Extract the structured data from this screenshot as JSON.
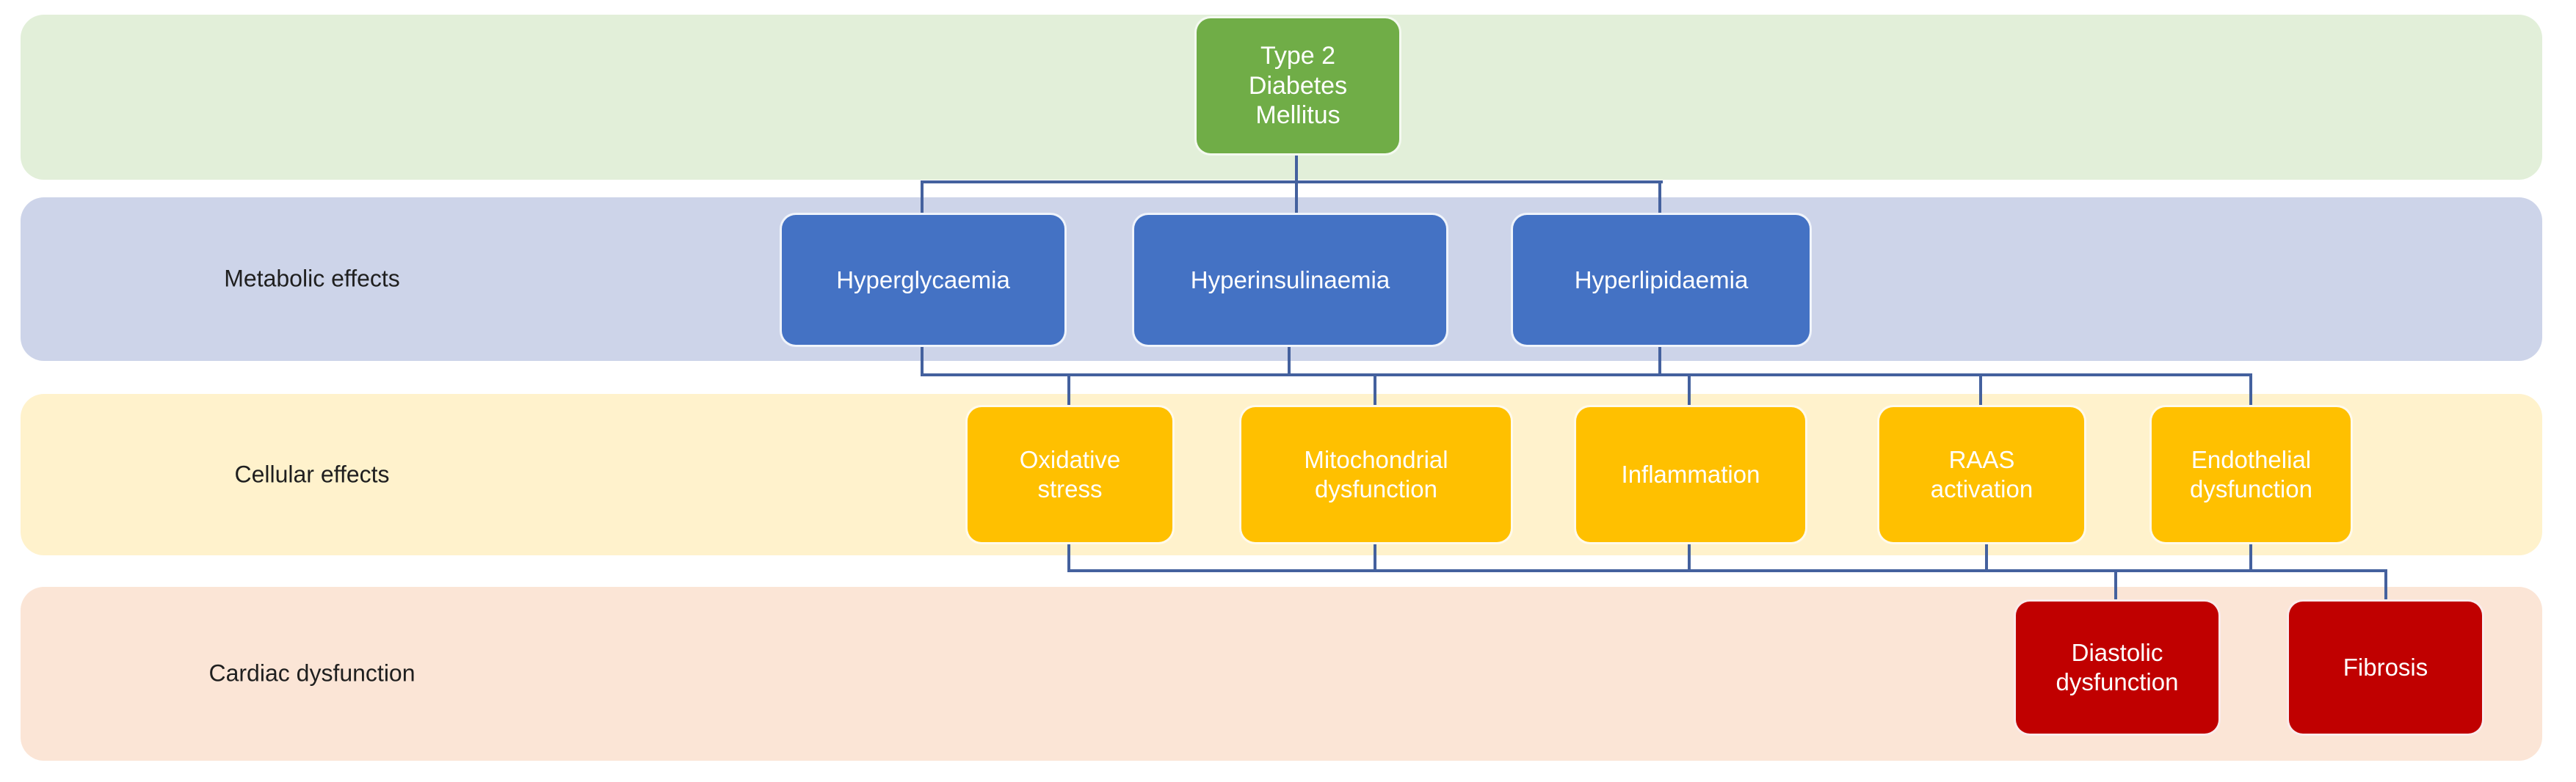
{
  "diagram": {
    "type": "flowchart",
    "topic": "Pathways from Type 2 Diabetes Mellitus to cardiac dysfunction"
  },
  "bands": [
    {
      "name": "diabetes-band",
      "label": "",
      "color": "#E2EFD9"
    },
    {
      "name": "metabolic-band",
      "label": "Metabolic effects",
      "color": "#CDD4E9"
    },
    {
      "name": "cellular-band",
      "label": "Cellular effects",
      "color": "#FFF2CC"
    },
    {
      "name": "cardiac-band",
      "label": "Cardiac dysfunction",
      "color": "#FBE5D6"
    }
  ],
  "nodes": {
    "t2dm": {
      "label": "Type 2 Diabetes Mellitus",
      "color": "#70AD47"
    },
    "hyperglycaemia": {
      "label": "Hyperglycaemia",
      "color": "#4472C4"
    },
    "hyperinsulinaemia": {
      "label": "Hyperinsulinaemia",
      "color": "#4472C4"
    },
    "hyperlipidaemia": {
      "label": "Hyperlipidaemia",
      "color": "#4472C4"
    },
    "oxidative_stress": {
      "label": "Oxidative stress",
      "color": "#FFC000"
    },
    "mitochondrial_dysfunction": {
      "label": "Mitochondrial dysfunction",
      "color": "#FFC000"
    },
    "inflammation": {
      "label": "Inflammation",
      "color": "#FFC000"
    },
    "raas_activation": {
      "label": "RAAS activation",
      "color": "#FFC000"
    },
    "endothelial_dysfunction": {
      "label": "Endothelial dysfunction",
      "color": "#FFC000"
    },
    "diastolic_dysfunction": {
      "label": "Diastolic dysfunction",
      "color": "#C00000"
    },
    "fibrosis": {
      "label": "Fibrosis",
      "color": "#C00000"
    }
  },
  "edges": [
    {
      "from": "t2dm",
      "to": [
        "hyperglycaemia",
        "hyperinsulinaemia",
        "hyperlipidaemia"
      ]
    },
    {
      "from": "hyperglycaemia|hyperinsulinaemia|hyperlipidaemia",
      "to": [
        "oxidative_stress",
        "mitochondrial_dysfunction",
        "inflammation",
        "raas_activation",
        "endothelial_dysfunction"
      ]
    },
    {
      "from": "oxidative_stress|mitochondrial_dysfunction|inflammation|raas_activation|endothelial_dysfunction",
      "to": [
        "diastolic_dysfunction",
        "fibrosis"
      ]
    }
  ],
  "connector_color": "#44619E"
}
